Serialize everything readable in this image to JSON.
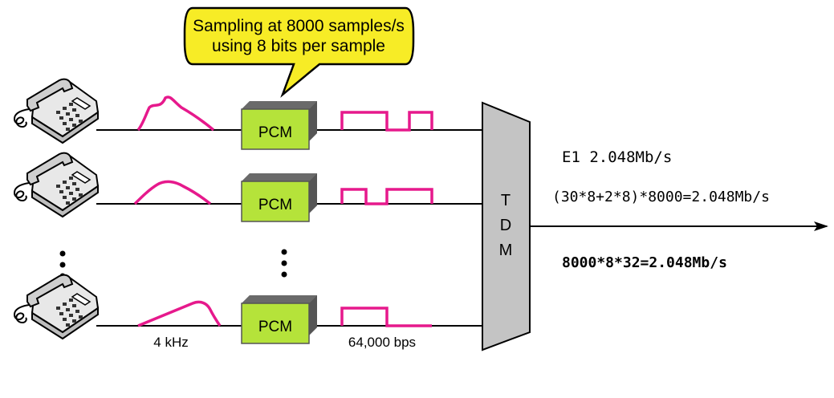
{
  "callout": {
    "line1": "Sampling at 8000 samples/s",
    "line2": "using 8 bits per sample"
  },
  "pcm_label": "PCM",
  "tdm_letters": [
    "T",
    "D",
    "M"
  ],
  "labels": {
    "bandwidth": "4 kHz",
    "bitrate": "64,000 bps"
  },
  "right_text": {
    "e1": "E1 2.048Mb/s",
    "formula1": "(30*8+2*8)*8000=2.048Mb/s",
    "formula2": "8000*8*32=2.048Mb/s"
  },
  "colors": {
    "pcm_box": "#b5e33a",
    "signal": "#e6198c",
    "tdm": "#c4c4c4",
    "callout": "#f7ec26"
  }
}
